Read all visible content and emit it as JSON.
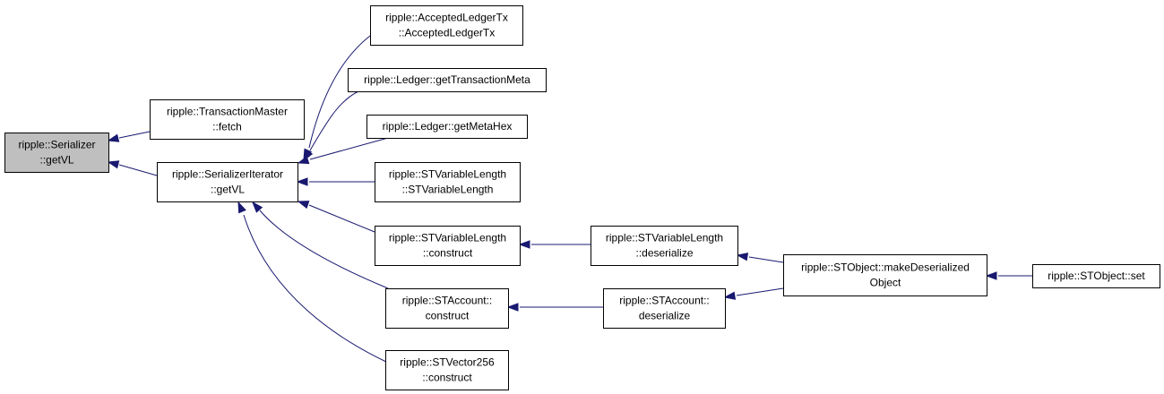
{
  "colors": {
    "edge": "#191970",
    "root_fill": "#bfbfbf",
    "node_fill": "#ffffff",
    "border": "#000000"
  },
  "nodes": {
    "serializer_getvl": [
      "ripple::Serializer",
      "::getVL"
    ],
    "txmaster_fetch": [
      "ripple::TransactionMaster",
      "::fetch"
    ],
    "seriter_getvl": [
      "ripple::SerializerIterator",
      "::getVL"
    ],
    "acceptedledgertx": [
      "ripple::AcceptedLedgerTx",
      "::AcceptedLedgerTx"
    ],
    "ledger_gettxmeta": [
      "ripple::Ledger::getTransactionMeta"
    ],
    "ledger_getmetahex": [
      "ripple::Ledger::getMetaHex"
    ],
    "stvl_ctor": [
      "ripple::STVariableLength",
      "::STVariableLength"
    ],
    "stvl_construct": [
      "ripple::STVariableLength",
      "::construct"
    ],
    "staccount_construct": [
      "ripple::STAccount::",
      "construct"
    ],
    "stvector256_construct": [
      "ripple::STVector256",
      "::construct"
    ],
    "stvl_deserialize": [
      "ripple::STVariableLength",
      "::deserialize"
    ],
    "staccount_deserialize": [
      "ripple::STAccount::",
      "deserialize"
    ],
    "stobject_makedeserialized": [
      "ripple::STObject::makeDeserialized",
      "Object"
    ],
    "stobject_set": [
      "ripple::STObject::set"
    ]
  },
  "edges": [
    {
      "from": "txmaster_fetch",
      "to": "serializer_getvl"
    },
    {
      "from": "seriter_getvl",
      "to": "serializer_getvl"
    },
    {
      "from": "acceptedledgertx",
      "to": "seriter_getvl"
    },
    {
      "from": "ledger_gettxmeta",
      "to": "seriter_getvl"
    },
    {
      "from": "ledger_getmetahex",
      "to": "seriter_getvl"
    },
    {
      "from": "stvl_ctor",
      "to": "seriter_getvl"
    },
    {
      "from": "stvl_construct",
      "to": "seriter_getvl"
    },
    {
      "from": "staccount_construct",
      "to": "seriter_getvl"
    },
    {
      "from": "stvector256_construct",
      "to": "seriter_getvl"
    },
    {
      "from": "stvl_deserialize",
      "to": "stvl_construct"
    },
    {
      "from": "staccount_deserialize",
      "to": "staccount_construct"
    },
    {
      "from": "stobject_makedeserialized",
      "to": "stvl_deserialize"
    },
    {
      "from": "stobject_makedeserialized",
      "to": "staccount_deserialize"
    },
    {
      "from": "stobject_set",
      "to": "stobject_makedeserialized"
    }
  ]
}
